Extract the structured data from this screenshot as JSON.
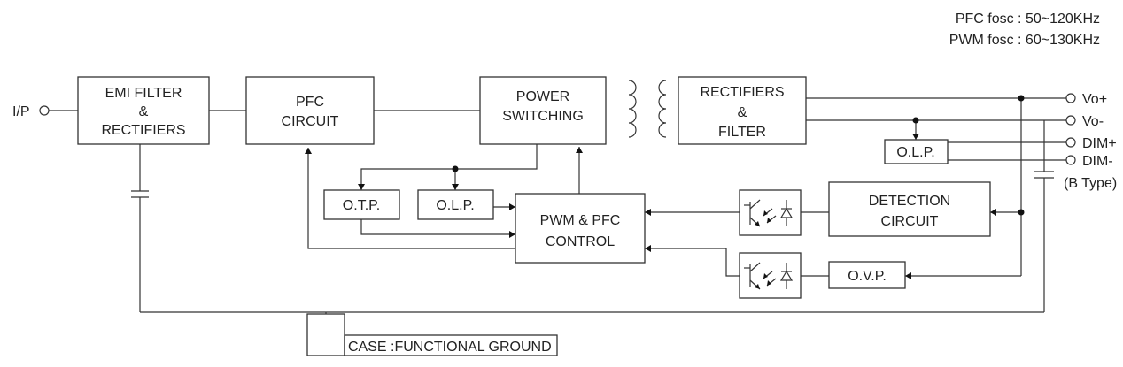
{
  "notes": {
    "pfc_fosc": "PFC fosc : 50~120KHz",
    "pwm_fosc": "PWM fosc : 60~130KHz"
  },
  "input": {
    "label": "I/P"
  },
  "blocks": {
    "emi_filter": [
      "EMI FILTER",
      "&",
      "RECTIFIERS"
    ],
    "pfc_circuit": [
      "PFC",
      "CIRCUIT"
    ],
    "power_switching": [
      "POWER",
      "SWITCHING"
    ],
    "rectifiers_filter": [
      "RECTIFIERS",
      "&",
      "FILTER"
    ],
    "otp": "O.T.P.",
    "olp_left": "O.L.P.",
    "control": [
      "PWM & PFC",
      "CONTROL"
    ],
    "olp_right": "O.L.P.",
    "detection": [
      "DETECTION",
      "CIRCUIT"
    ],
    "ovp": "O.V.P."
  },
  "outputs": {
    "vo_plus": "Vo+",
    "vo_minus": "Vo-",
    "dim_plus": "DIM+",
    "dim_minus": "DIM-",
    "b_type": "(B Type)"
  },
  "ground": {
    "label": "CASE :FUNCTIONAL GROUND"
  }
}
